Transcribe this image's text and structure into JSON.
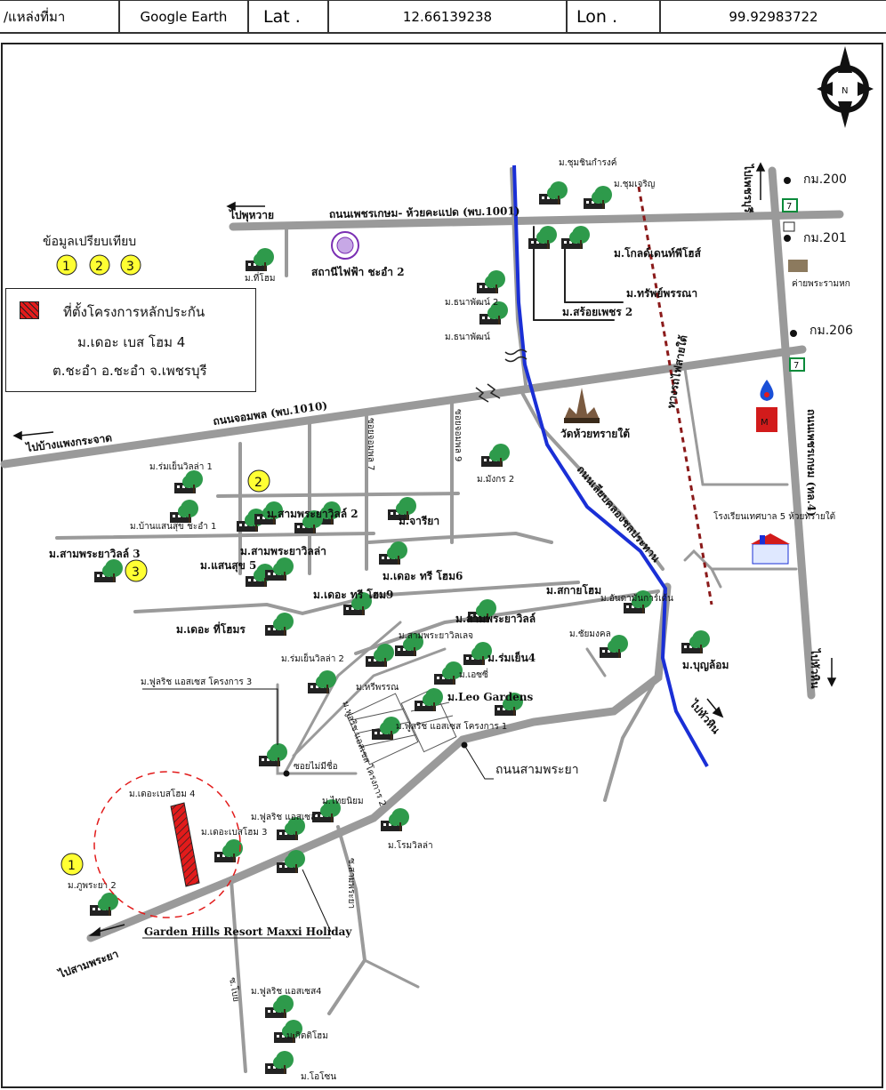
{
  "header": {
    "source_label": "/แหล่งที่มา",
    "source_value": "Google Earth",
    "lat_label": "Lat .",
    "lat_value": "12.66139238",
    "lon_label": "Lon .",
    "lon_value": "99.92983722"
  },
  "compass": {
    "letter": "N"
  },
  "legend": {
    "compare_title": "ข้อมูลเปรียบเทียบ",
    "compare_markers": [
      "1",
      "2",
      "3"
    ],
    "project_label": "ที่ตั้งโครงการหลักประกัน",
    "project_name": "ม.เดอะ เบส โฮม 4",
    "project_address": "ต.ชะอำ อ.ชะอำ จ.เพชรบุรี"
  },
  "roads": {
    "phetkasem_hua_kaphat": "ถนนเพชรเกษม- ห้วยคะแปด (พบ.1001)",
    "chomphon": "ถนนจอมพล (พบ.1010)",
    "phetkasem_4": "ถนนเพชรเกษม (ทล.4)",
    "sam_phraya": "ถนนสามพระยา",
    "khlong_side": "ถนนเลียบคลองชลประทาน",
    "railway": "ทางรถไฟสายใต้",
    "soi_chomphon_7": "ซอยจอมพล 7",
    "soi_chomphon_9": "ซอยจอมพล 9",
    "soi_no_name": "ซอยไม่มีชื่อ",
    "sam_phraya_soi": "ซ.สามพระยา",
    "soi_boe": "ซ.โบย"
  },
  "directions": {
    "to_nong_phawai": "ไปพุหวาย",
    "to_bang_kra_chat": "ไปบ้างแพงกระจาด",
    "to_phetchaburi": "ไปเพชรบุรี",
    "to_hua_hin_right": "ไปหัวหิน",
    "to_hua_hin_mid": "ไปหัวหิน",
    "to_sam_phraya": "ไปสามพระยา"
  },
  "km_markers": [
    "กม.200",
    "กม.201",
    "กม.206"
  ],
  "landmarks": {
    "power_station": "สถานีไฟฟ้า ชะอำ 2",
    "temple": "วัดห้วยทรายใต้",
    "school": "โรงเรียนเทศบาล 5 ห้วยทรายใต้",
    "army_camp": "ค่ายพระรามหก",
    "resort": "Garden Hills Resort Maxxi Holiday"
  },
  "villages": {
    "chukhin": "ม.ชุมชินกำรงค์",
    "chucharoen": "ม.ชุมเจริญ",
    "thihom": "ม.ที่โฮม",
    "thanaphat2": "ม.ธนาพัฒน์ 2",
    "thanaphat": "ม.ธนาพัฒน์",
    "golden_phetch": "ม.โกลด์เดนท์พีโฮส์",
    "saroi_phetch2": "ม.สร้อยเพชร 2",
    "sri_phetch": "ม.ทรัพย์พรรณา",
    "romyen_villa1": "ม.ร่มเย็นวิลล่า 1",
    "ban_saensuk": "ม.บ้านแสนสุข ชะอำ 1",
    "sam_phraya_ville2": "ม.สามพระยาวิลล์ 2",
    "charia": "ม.จารียา",
    "mangkorn2": "ม.มังกร 2",
    "sam_phraya_ville3": "ม.สามพระยาวิลล์ 3",
    "sam_phraya_villa": "ม.สามพระยาวิลล่า",
    "saensuk5": "ม.แสนสุข 5",
    "the_tree6": "ม.เดอะ ทรี โฮม6",
    "the_tree9": "ม.เดอะ ทรี โฮม9",
    "sakai_home": "ม.สกายโฮม",
    "sam_phraya_ville": "ม.สามพระยาวิลล์",
    "the_home_r": "ม.เดอะ ที่โฮมร",
    "andaman": "ม.อันดามันการ์เด้น",
    "chaimongkol": "ม.ชัยมงคล",
    "romyen_villa2": "ม.ร่มเย็นวิลล่า 2",
    "sam_phraya_oshen": "ม.สามพระยาวิลเลจ",
    "romyen4": "ม.ร่มเย็น4",
    "boonluam": "ม.บุญล้อม",
    "easy": "ม.เอซซี่",
    "fulrich_project3": "ม.ฟูลริช แอสเซส โครงการ 3",
    "hariphan": "ม.หรีพรรณ",
    "leo_gardens": "ม.Leo Gardens",
    "fulrich_project1": "ม.ฟูลริช แอสเซส โครงการ 1",
    "fulrich_project2": "ม.ฟูลริช แอสเซส โครงการ 2",
    "the_base4_label": "ม.เดอะเบสโฮม 4",
    "thainiyom": "ม.ไทยนิยม",
    "fulrich_enter": "ม.ฟูลริช แอสเซส",
    "the_base3": "ม.เดอะเบสโฮม 3",
    "rome_villa": "ม.โรมวิลล่า",
    "phupraya2": "ม.ภูพระยา 2",
    "fulrich_enterprise4": "ม.ฟูลริช แอสเซส4",
    "kitihom": "ม.กิตติโฮม",
    "oshen": "ม.โอโซน"
  },
  "markers": {
    "m1": "1",
    "m2": "2",
    "m3": "3"
  },
  "colors": {
    "canal": "#1a2fd6",
    "road": "#9a9a9a",
    "railway": "#8b1a1a",
    "project": "#e21b1b",
    "marker": "#ffff33",
    "tree": "#2e9a4b"
  }
}
